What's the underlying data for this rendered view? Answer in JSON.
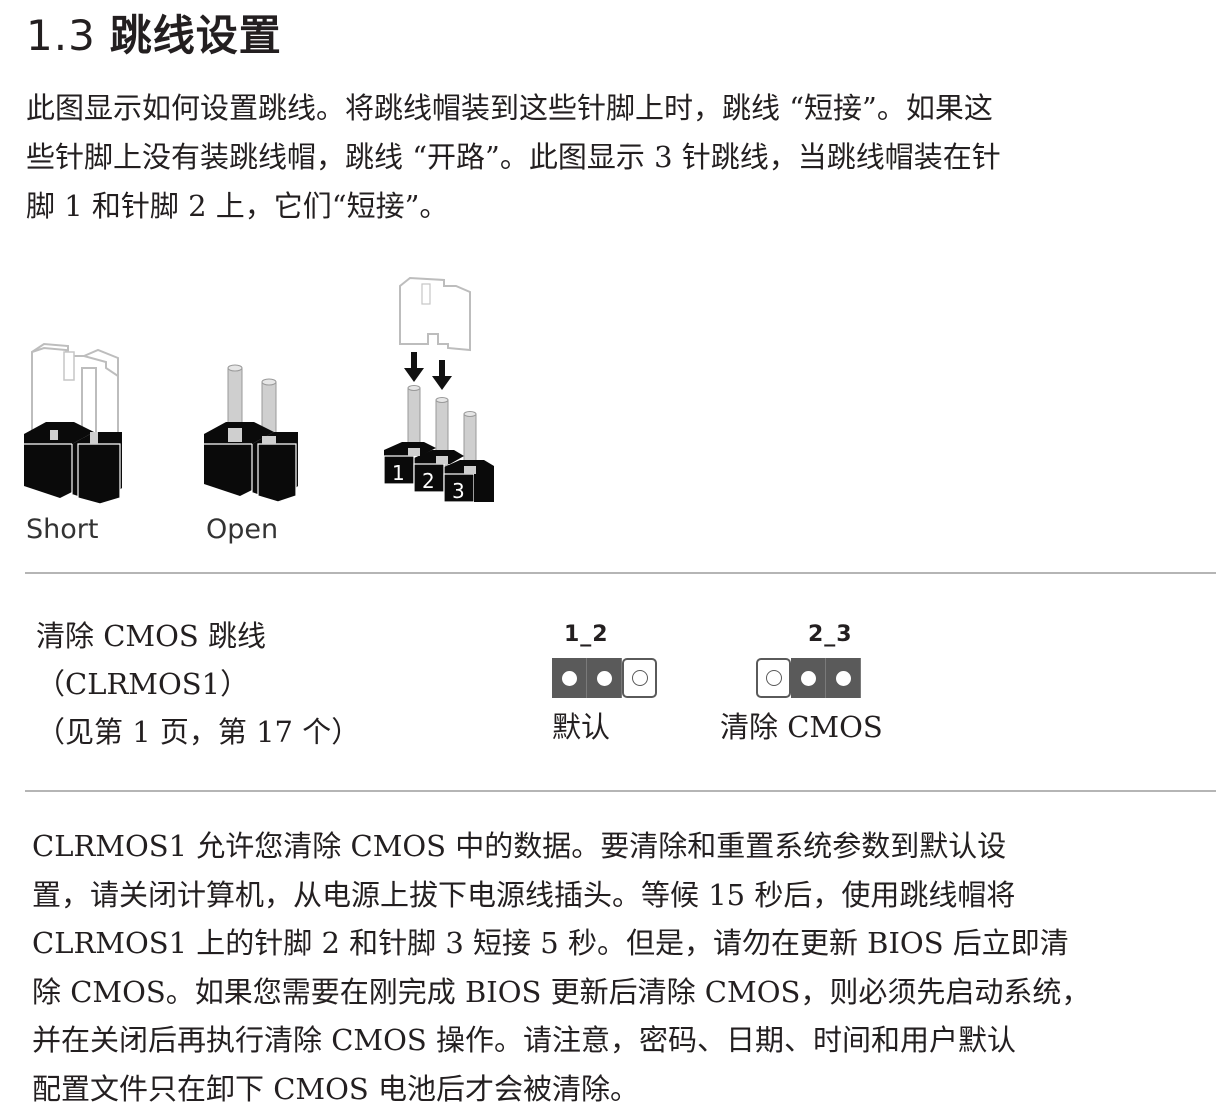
{
  "section": {
    "number": "1.3",
    "title": "跳线设置"
  },
  "intro": {
    "lines": [
      "此图显示如何设置跳线。将跳线帽装到这些针脚上时，跳线 “短接”。如果这",
      "些针脚上没有装跳线帽，跳线 “开路”。此图显示 3 针跳线，当跳线帽装在针",
      "脚 1 和针脚 2 上，它们“短接”。"
    ]
  },
  "figure": {
    "short_label": "Short",
    "open_label": "Open",
    "pin_numbers": [
      "1",
      "2",
      "3"
    ],
    "colors": {
      "header_block": "#0a0a0a",
      "pin": "#c8c8c8",
      "cap_outline": "#b0b0b0",
      "arrow": "#111111"
    }
  },
  "cmos_jumper": {
    "name_lines": [
      "清除 CMOS 跳线",
      "（CLRMOS1）",
      "（见第 1 页，第 17 个）"
    ],
    "settings": [
      {
        "pin_label": "1_2",
        "caption": "默认",
        "pins": [
          "filled",
          "filled",
          "empty"
        ]
      },
      {
        "pin_label": "2_3",
        "caption": "清除 CMOS",
        "pins": [
          "empty",
          "filled",
          "filled"
        ]
      }
    ],
    "colors": {
      "filled_pin": "#5a5a5a",
      "divider": "#b5b5b5"
    }
  },
  "description": {
    "lines": [
      "CLRMOS1 允许您清除 CMOS 中的数据。要清除和重置系统参数到默认设",
      "置，请关闭计算机，从电源上拔下电源线插头。等候 15 秒后，使用跳线帽将",
      "CLRMOS1 上的针脚 2 和针脚 3 短接 5 秒。但是，请勿在更新 BIOS 后立即清",
      "除 CMOS。如果您需要在刚完成 BIOS 更新后清除 CMOS，则必须先启动系统，",
      "并在关闭后再执行清除 CMOS 操作。请注意，密码、日期、时间和用户默认",
      "配置文件只在卸下 CMOS 电池后才会被清除。"
    ]
  }
}
